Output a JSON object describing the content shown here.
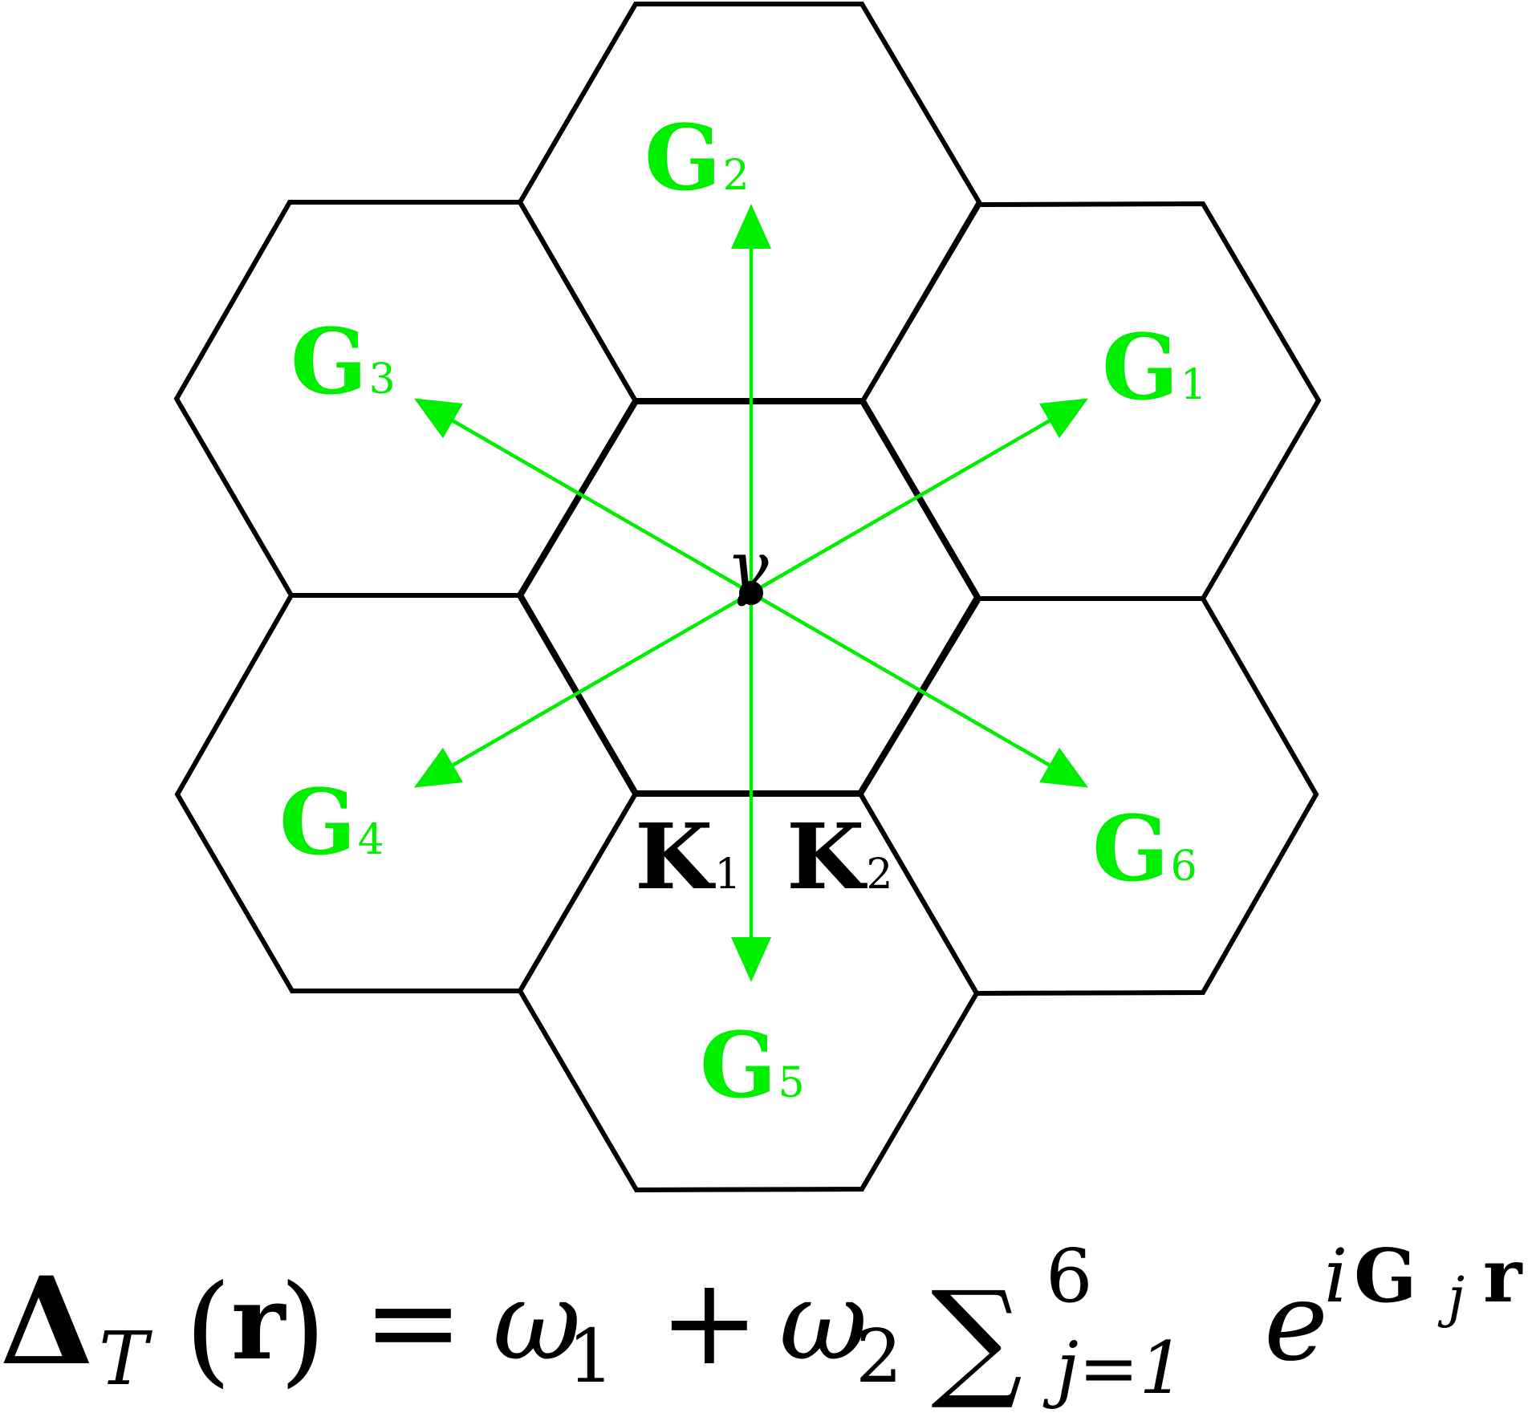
{
  "diagram": {
    "center_point_label": "γ",
    "vectors": [
      {
        "id": "G1",
        "letter": "G",
        "subscript": "1",
        "angle_deg": 30
      },
      {
        "id": "G2",
        "letter": "G",
        "subscript": "2",
        "angle_deg": 90
      },
      {
        "id": "G3",
        "letter": "G",
        "subscript": "3",
        "angle_deg": 150
      },
      {
        "id": "G4",
        "letter": "G",
        "subscript": "4",
        "angle_deg": 210
      },
      {
        "id": "G5",
        "letter": "G",
        "subscript": "5",
        "angle_deg": 270
      },
      {
        "id": "G6",
        "letter": "G",
        "subscript": "6",
        "angle_deg": 330
      }
    ],
    "k_points": [
      {
        "id": "K1",
        "letter": "K",
        "subscript": "1"
      },
      {
        "id": "K2",
        "letter": "K",
        "subscript": "2"
      }
    ],
    "colors": {
      "vector": "#00ee00",
      "hexagon": "#000000",
      "k_label": "#000000"
    }
  },
  "formula": {
    "delta": "Δ",
    "delta_sub": "T",
    "lparen": "(",
    "r": "r",
    "rparen": ")",
    "equals": "=",
    "omega1": "ω",
    "omega1_sub": "1",
    "plus": "+",
    "omega2": "ω",
    "omega2_sub": "2",
    "sum": "∑",
    "sum_upper": "6",
    "sum_lower": "j=1",
    "exp_base": "e",
    "exp_i": "i",
    "exp_G": "G",
    "exp_j": "j",
    "exp_r": "r"
  }
}
